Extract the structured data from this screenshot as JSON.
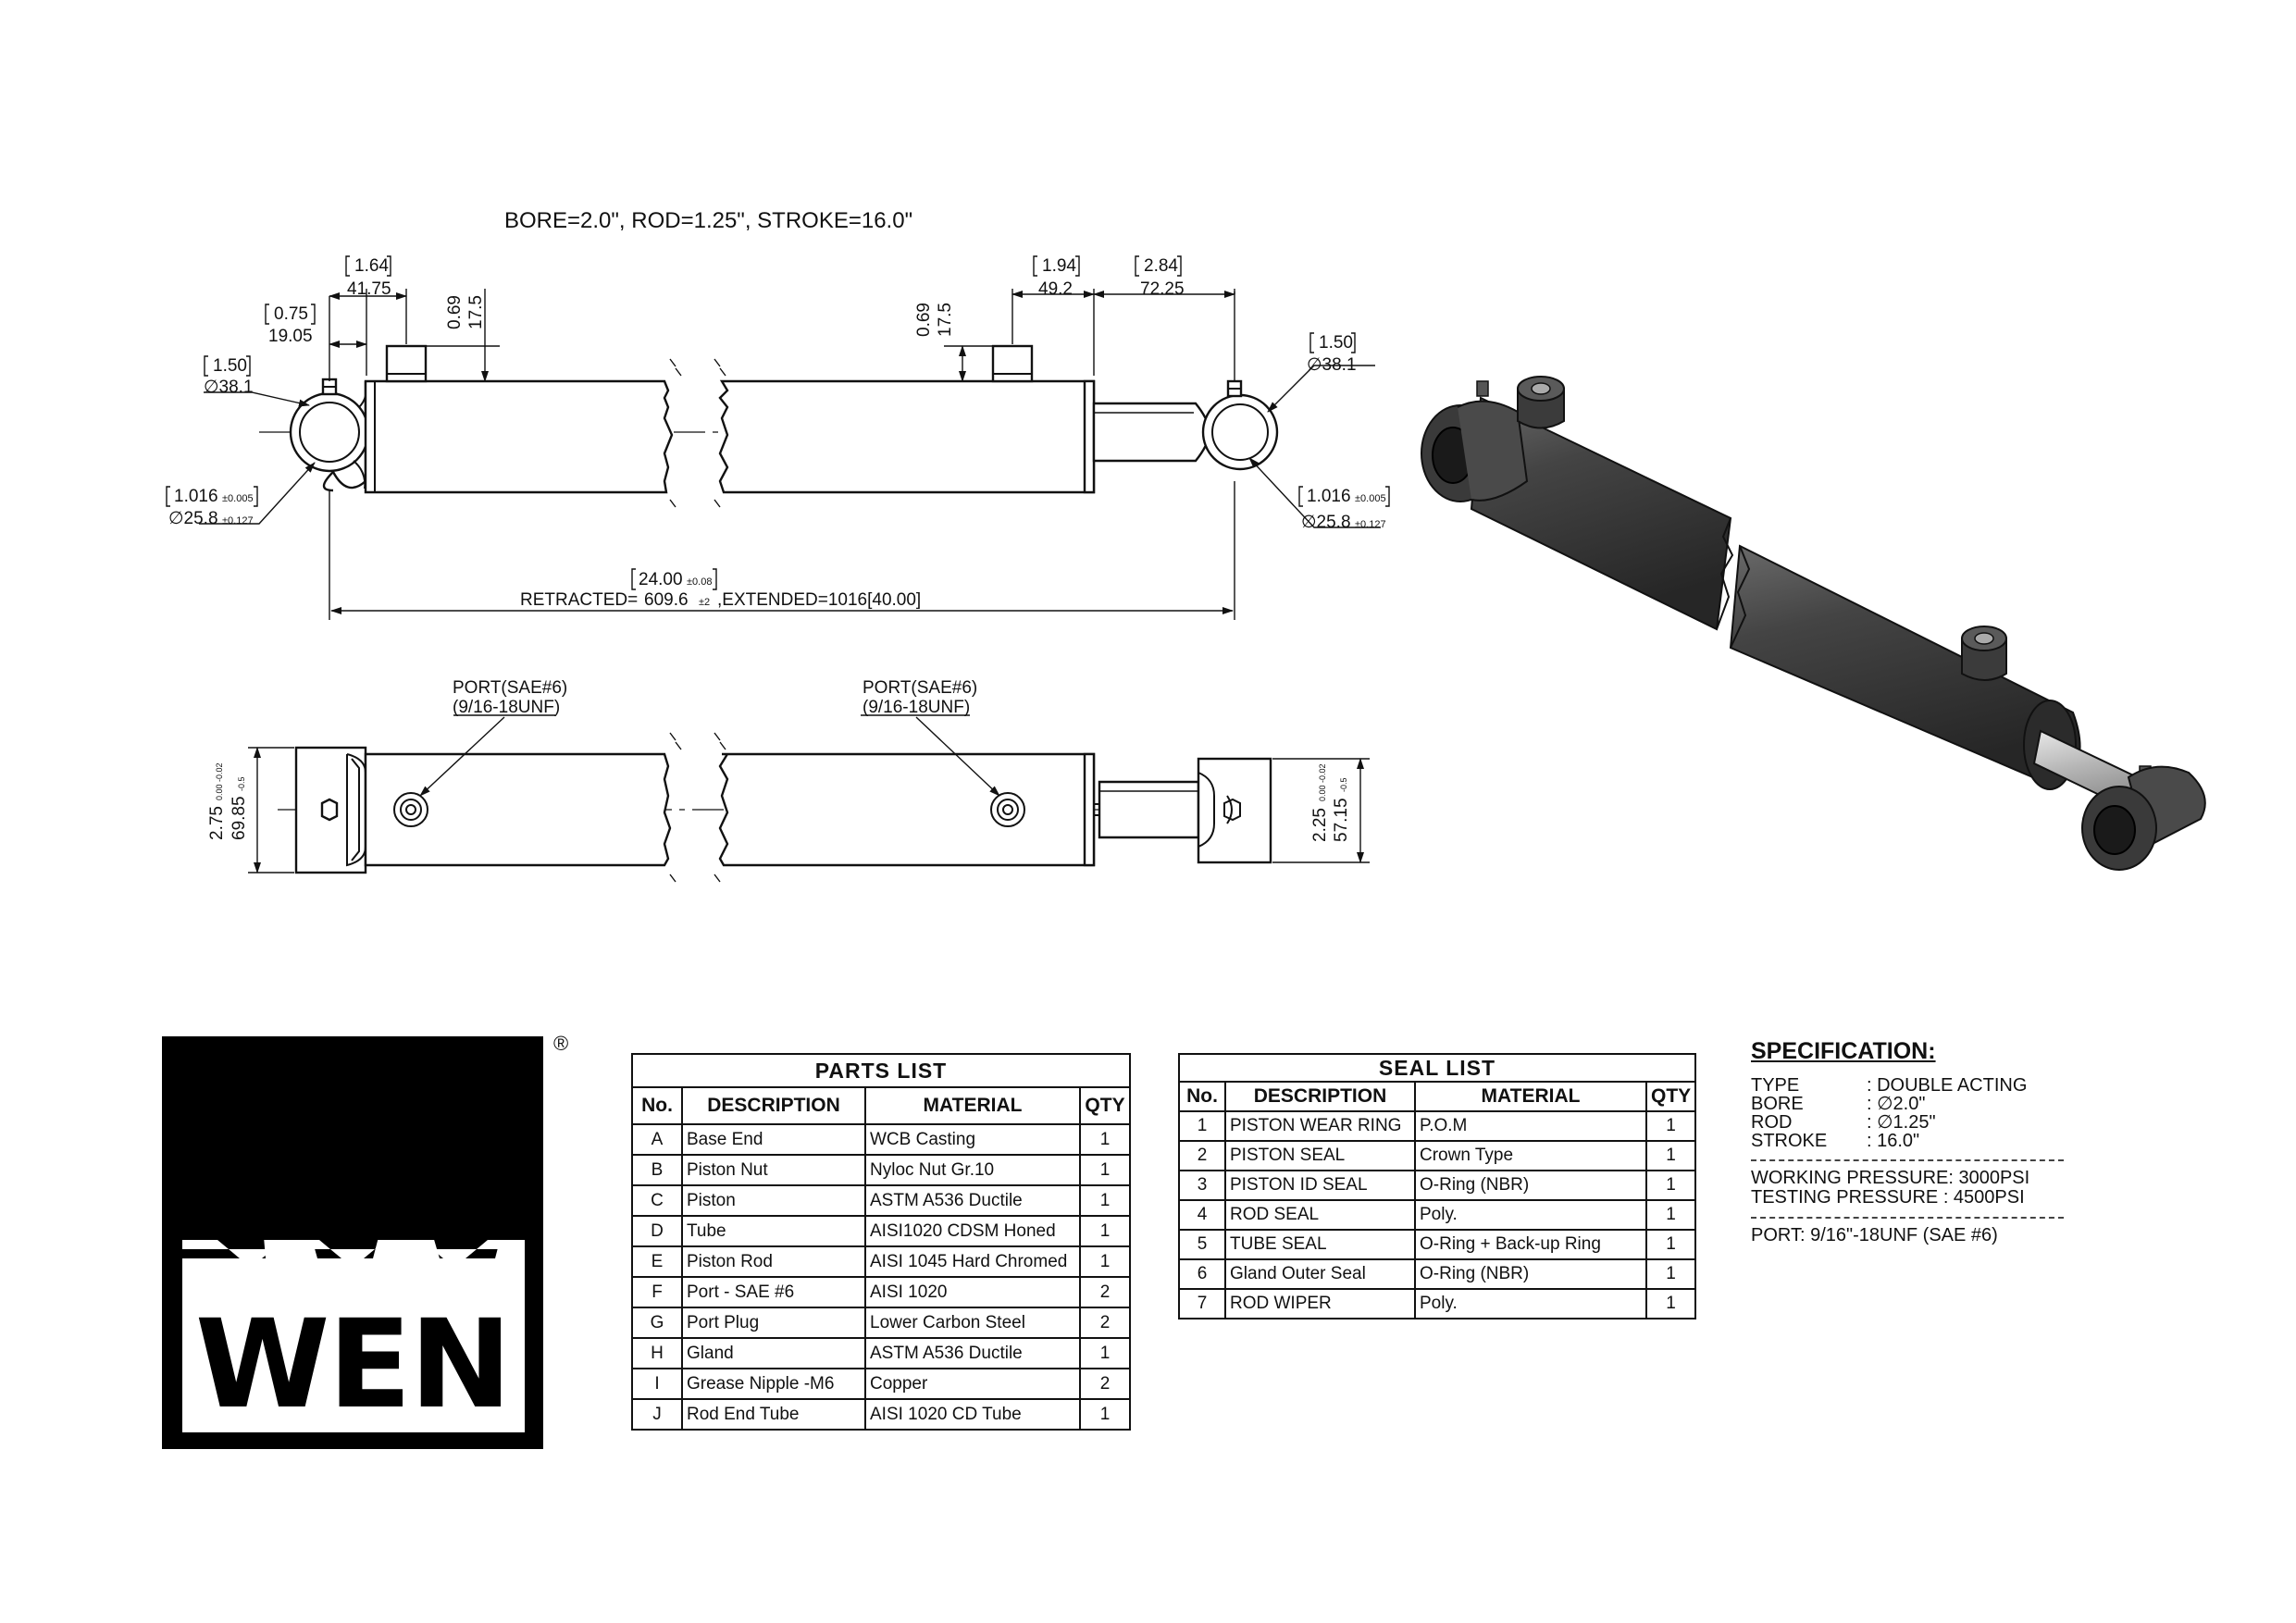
{
  "drawing": {
    "title": "BORE=2.0\", ROD=1.25\", STROKE=16.0\"",
    "dims": {
      "d164_in": "1.64",
      "d164_mm": "41.75",
      "d075_in": "0.75",
      "d075_mm": "19.05",
      "d069a_in": "0.69",
      "d069a_mm": "17.5",
      "d069b_in": "0.69",
      "d069b_mm": "17.5",
      "d150a_in": "1.50",
      "d150a_mm": "∅38.1",
      "d150b_in": "1.50",
      "d150b_mm": "∅38.1",
      "d194_in": "1.94",
      "d194_mm": "49.2",
      "d284_in": "2.84",
      "d284_mm": "72.25",
      "d1016a_in": "1.016",
      "d1016a_tol_in": "±0.005",
      "d1016a_mm": "∅25.8",
      "d1016a_tol_mm": "±0.127",
      "d1016b_in": "1.016",
      "d1016b_tol_in": "±0.005",
      "d1016b_mm": "∅25.8",
      "d1016b_tol_mm": "±0.127",
      "retract_in": "24.00",
      "retract_tol_in": "±0.08",
      "retract_label": "RETRACTED=",
      "retract_mm": "609.6",
      "retract_tol_mm": "±2",
      "extended": ",EXTENDED=1016[40.00]",
      "port1_line1": "PORT(SAE#6)",
      "port1_line2": "(9/16-18UNF)",
      "port2_line1": "PORT(SAE#6)",
      "port2_line2": "(9/16-18UNF)",
      "d275_in": "2.75",
      "d275_tol": "0.00 -0.02",
      "d275_mm": "69.85",
      "d275_tol_mm": "-0.5",
      "d225_in": "2.25",
      "d225_tol": "0.00 -0.02",
      "d225_mm": "57.15",
      "d225_tol_mm": "-0.5"
    }
  },
  "logo": {
    "text": "WEN",
    "reg": "®"
  },
  "parts_list": {
    "title": "PARTS   LIST",
    "headers": [
      "No.",
      "DESCRIPTION",
      "MATERIAL",
      "QTY"
    ],
    "rows": [
      [
        "A",
        "Base End",
        "WCB Casting",
        "1"
      ],
      [
        "B",
        "Piston Nut",
        "Nyloc Nut Gr.10",
        "1"
      ],
      [
        "C",
        "Piston",
        "ASTM A536 Ductile",
        "1"
      ],
      [
        "D",
        "Tube",
        "AISI1020 CDSM Honed",
        "1"
      ],
      [
        "E",
        "Piston Rod",
        "AISI 1045 Hard Chromed",
        "1"
      ],
      [
        "F",
        "Port - SAE #6",
        "AISI 1020",
        "2"
      ],
      [
        "G",
        "Port Plug",
        "Lower Carbon Steel",
        "2"
      ],
      [
        "H",
        "Gland",
        "ASTM A536 Ductile",
        "1"
      ],
      [
        "I",
        "Grease Nipple -M6",
        "Copper",
        "2"
      ],
      [
        "J",
        "Rod End Tube",
        "AISI 1020 CD Tube",
        "1"
      ]
    ]
  },
  "seal_list": {
    "title": "SEAL LIST",
    "headers": [
      "No.",
      "DESCRIPTION",
      "MATERIAL",
      "QTY"
    ],
    "rows": [
      [
        "1",
        "PISTON WEAR RING",
        "P.O.M",
        "1"
      ],
      [
        "2",
        "PISTON SEAL",
        "Crown Type",
        "1"
      ],
      [
        "3",
        "PISTON ID SEAL",
        "O-Ring (NBR)",
        "1"
      ],
      [
        "4",
        "ROD SEAL",
        "Poly.",
        "1"
      ],
      [
        "5",
        "TUBE SEAL",
        "O-Ring + Back-up Ring",
        "1"
      ],
      [
        "6",
        "Gland Outer Seal",
        "O-Ring (NBR)",
        "1"
      ],
      [
        "7",
        "ROD WIPER",
        "Poly.",
        "1"
      ]
    ]
  },
  "specification": {
    "title": "SPECIFICATION:",
    "type_label": "TYPE",
    "type_value": ": DOUBLE ACTING",
    "bore_label": "BORE",
    "bore_value": ": ∅2.0\"",
    "rod_label": "ROD",
    "rod_value": ": ∅1.25\"",
    "stroke_label": "STROKE",
    "stroke_value": ":  16.0\"",
    "working": "WORKING PRESSURE:  3000PSI",
    "testing": "TESTING PRESSURE  :  4500PSI",
    "port": "PORT: 9/16\"-18UNF (SAE #6)"
  }
}
